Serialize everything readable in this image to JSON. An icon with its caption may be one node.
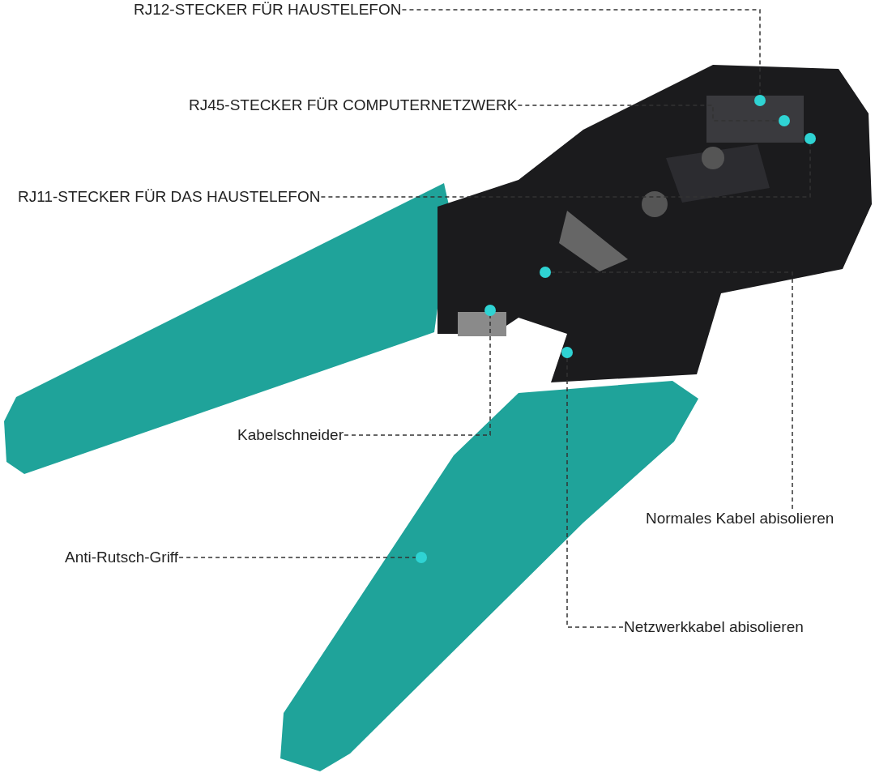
{
  "diagram": {
    "nodes": [
      {
        "text": [
          "RJ12-STECKER FÜR HAUSTELEFON"
        ]
      },
      {
        "text": [
          "RJ45-STECKER FÜR COMPUTERNETZWERK"
        ]
      },
      {
        "text": [
          "RJ11-STECKER FÜR DAS HAUSTELEFON"
        ]
      },
      {
        "text": [
          "Kabelschneider"
        ]
      },
      {
        "text": [
          "Normales Kabel abisolieren"
        ]
      },
      {
        "text": [
          "Anti-Rutsch-Griff"
        ]
      },
      {
        "text": [
          "Netzwerkkabel abisolieren"
        ]
      },
      {
        "text": [],
        "shape": "circle"
      },
      {
        "text": [],
        "shape": "circle"
      },
      {
        "text": [],
        "shape": "circle"
      },
      {
        "text": [],
        "shape": "circle"
      },
      {
        "text": [],
        "shape": "circle"
      },
      {
        "text": [],
        "shape": "circle"
      },
      {
        "text": [],
        "shape": "circle"
      }
    ],
    "edges": [
      {
        "from": 0,
        "to": 7,
        "arrow": "none"
      },
      {
        "from": 1,
        "to": 8,
        "arrow": "none"
      },
      {
        "from": 2,
        "to": 9,
        "arrow": "none"
      },
      {
        "from": 3,
        "to": 11,
        "arrow": "none"
      },
      {
        "from": 4,
        "to": 10,
        "arrow": "none"
      },
      {
        "from": 5,
        "to": 13,
        "arrow": "none"
      },
      {
        "from": 6,
        "to": 12,
        "arrow": "none"
      }
    ]
  }
}
